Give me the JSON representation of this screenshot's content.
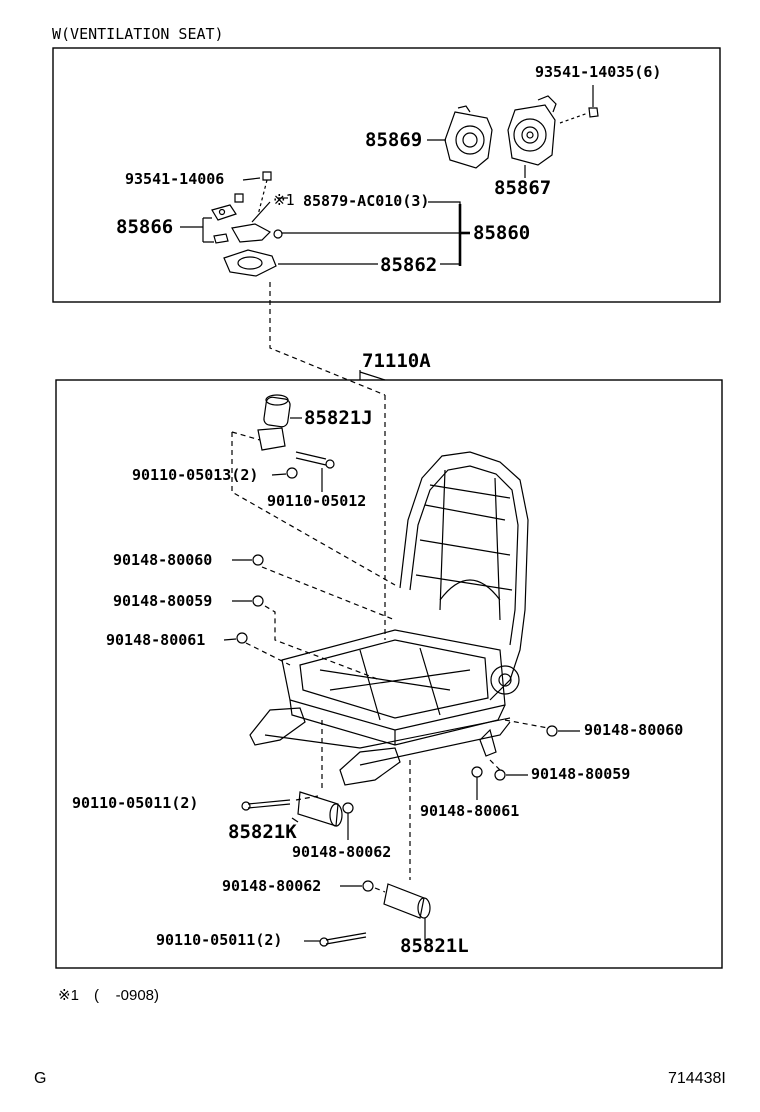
{
  "header": {
    "title": "W(VENTILATION SEAT)"
  },
  "top_panel": {
    "part_93541_14035": "93541-14035(6)",
    "part_85869": "85869",
    "part_85867": "85867",
    "part_93541_14006": "93541-14006",
    "note_mark": "※1",
    "part_85879": "85879-AC010(3)",
    "part_85866": "85866",
    "part_85860": "85860",
    "part_85862": "85862"
  },
  "main_panel": {
    "assembly_71110A": "71110A",
    "part_85821J": "85821J",
    "part_90110_05013": "90110-05013(2)",
    "part_90110_05012": "90110-05012",
    "part_90148_80060_left": "90148-80060",
    "part_90148_80059_left": "90148-80059",
    "part_90148_80061_left": "90148-80061",
    "part_90148_80060_right": "90148-80060",
    "part_90148_80059_right": "90148-80059",
    "part_90148_80061_right": "90148-80061",
    "part_90110_05011_a": "90110-05011(2)",
    "part_85821K": "85821K",
    "part_90148_80062_a": "90148-80062",
    "part_90148_80062_b": "90148-80062",
    "part_90110_05011_b": "90110-05011(2)",
    "part_85821L": "85821L"
  },
  "footnote": {
    "mark": "※1",
    "text": "(    -0908)"
  },
  "footer": {
    "left_code": "G",
    "illustration_id": "714438I"
  }
}
